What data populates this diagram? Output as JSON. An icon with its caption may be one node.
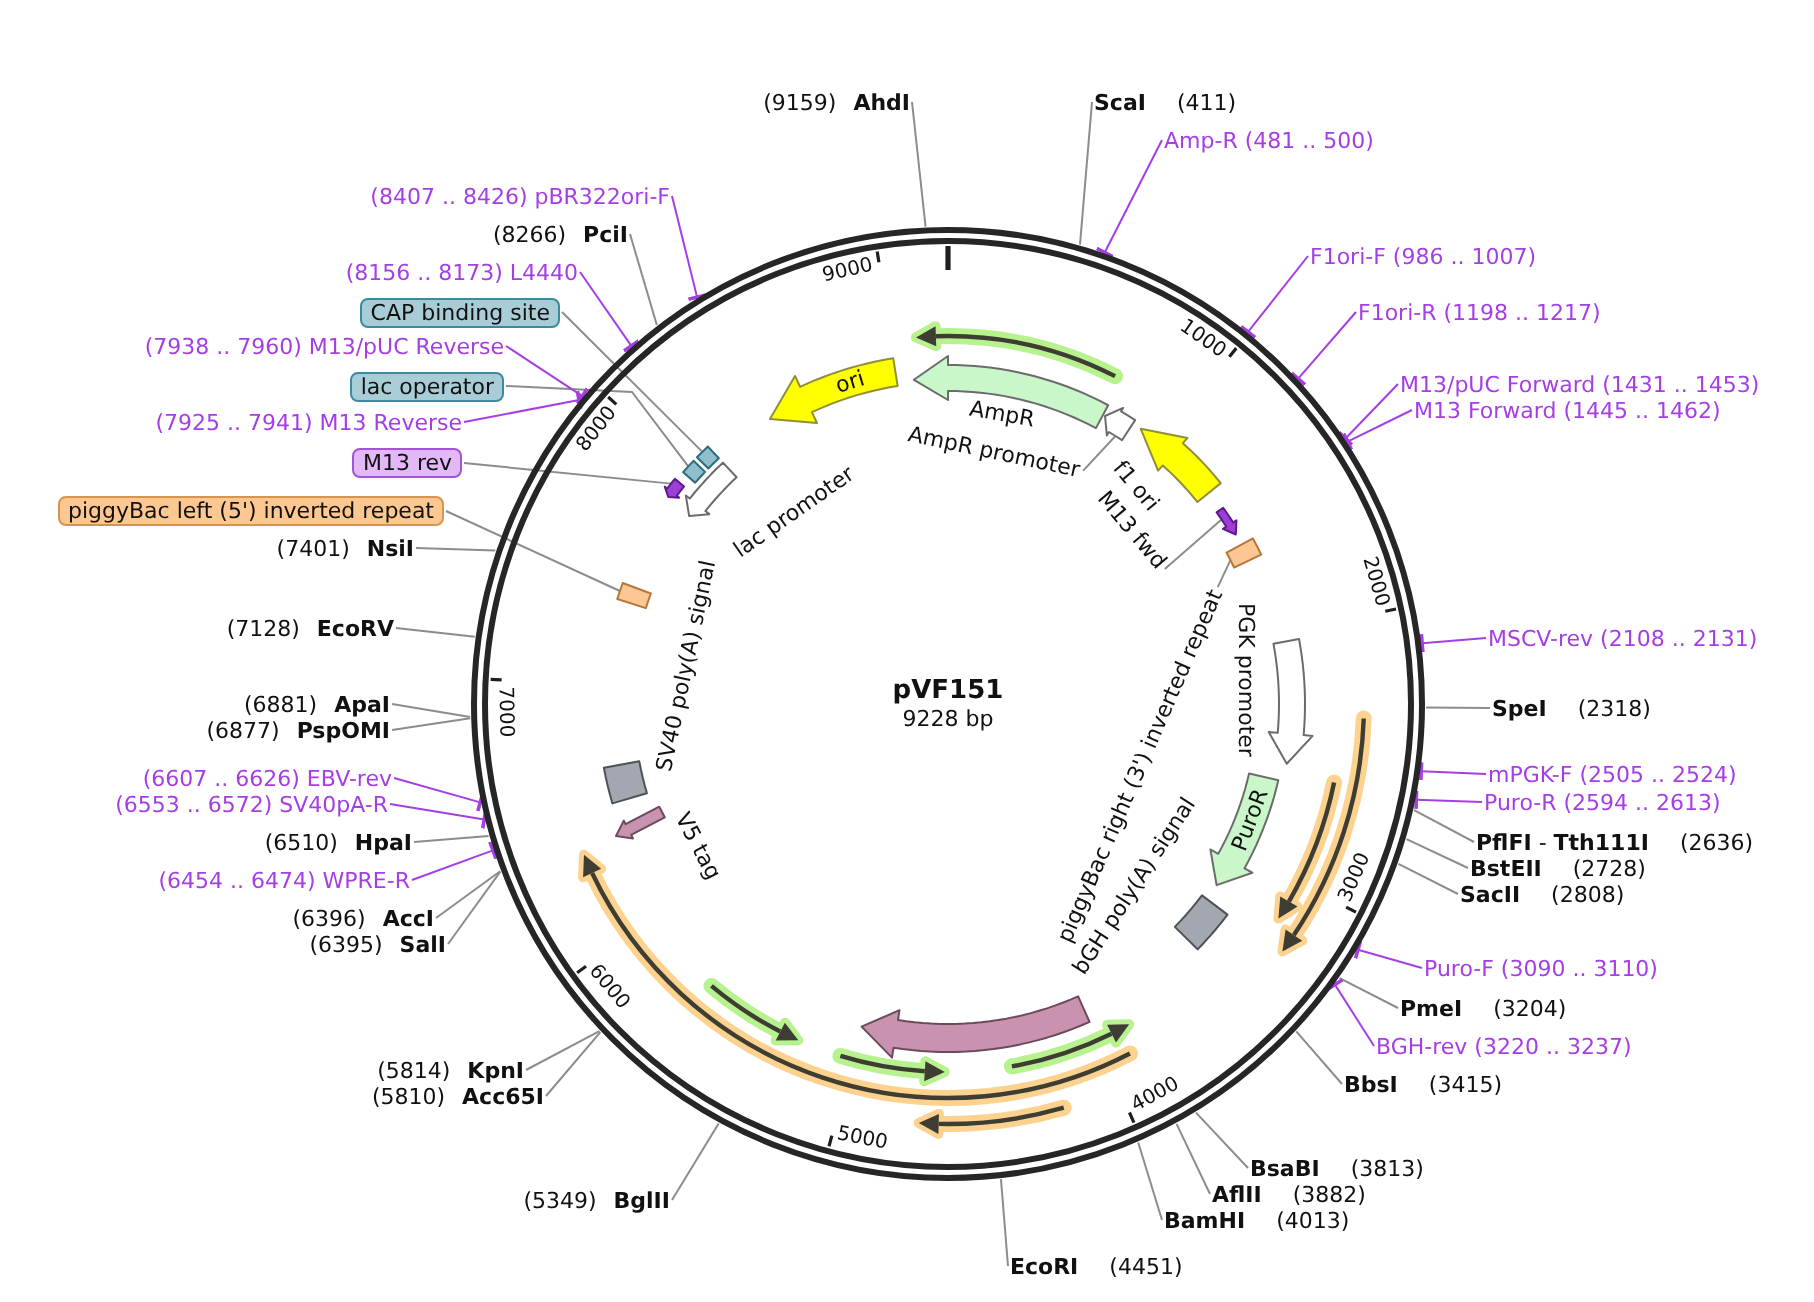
{
  "diagram": {
    "nodes": [
      {
        "text": [
          "pVF151",
          "9228 bp"
        ]
      },
      {
        "text": [
          "ori"
        ],
        "in": 0
      },
      {
        "text": [],
        "shape": "arrow",
        "in": 0,
        "beside": [
          "AmpR"
        ]
      },
      {
        "text": [],
        "shape": "arrow",
        "in": 0
      },
      {
        "text": [],
        "shape": "arrow",
        "in": 0,
        "beside": [
          "f1 ori"
        ]
      },
      {
        "text": [],
        "shape": "arrow",
        "in": 0
      },
      {
        "text": [],
        "shape": "box",
        "in": 0
      },
      {
        "text": [],
        "shape": "arrow",
        "in": 0,
        "beside": [
          "PGK promoter"
        ]
      },
      {
        "text": [
          "PuroR"
        ],
        "in": 0
      },
      {
        "text": [],
        "shape": "box",
        "in": 0,
        "beside": [
          "bGH poly(A) signal"
        ]
      },
      {
        "text": [],
        "shape": "arrow",
        "in": 0
      },
      {
        "text": [],
        "shape": "arrow",
        "in": 0,
        "beside": [
          "V5 tag"
        ]
      },
      {
        "text": [],
        "shape": "box",
        "in": 0,
        "beside": [
          "SV40 poly(A) signal"
        ]
      },
      {
        "text": [],
        "shape": "box",
        "in": 0
      },
      {
        "text": [],
        "shape": "arrow",
        "in": 0,
        "beside": [
          "lac promoter"
        ]
      },
      {
        "text": [],
        "shape": "box",
        "in": 0
      },
      {
        "text": [],
        "shape": "box",
        "in": 0
      },
      {
        "text": [],
        "shape": "arrow",
        "in": 0
      },
      {
        "text": [
          "AmpR promoter"
        ],
        "in": 0
      },
      {
        "text": [
          "M13 fwd"
        ],
        "in": 0
      },
      {
        "text": [
          "piggyBac right (3') inverted repeat"
        ],
        "in": 0
      },
      {
        "text": [
          "(9159) **AhdI**"
        ]
      },
      {
        "text": [
          "**ScaI** (411)"
        ]
      },
      {
        "text": [
          "Amp-R (481 .. 500)"
        ]
      },
      {
        "text": [
          "F1ori-F (986 .. 1007)"
        ]
      },
      {
        "text": [
          "F1ori-R (1198 .. 1217)"
        ]
      },
      {
        "text": [
          "M13/pUC Forward (1431 .. 1453)"
        ]
      },
      {
        "text": [
          "M13 Forward (1445 .. 1462)"
        ]
      },
      {
        "text": [
          "MSCV-rev (2108 .. 2131)"
        ]
      },
      {
        "text": [
          "**SpeI** (2318)"
        ]
      },
      {
        "text": [
          "mPGK-F (2505 .. 2524)"
        ]
      },
      {
        "text": [
          "Puro-R (2594 .. 2613)"
        ]
      },
      {
        "text": [
          "**PflFI** - **Tth111I** (2636)"
        ]
      },
      {
        "text": [
          "**BstEII** (2728)"
        ]
      },
      {
        "text": [
          "**SacII** (2808)"
        ]
      },
      {
        "text": [
          "Puro-F (3090 .. 3110)"
        ]
      },
      {
        "text": [
          "**PmeI** (3204)"
        ]
      },
      {
        "text": [
          "BGH-rev (3220 .. 3237)"
        ]
      },
      {
        "text": [
          "**BbsI** (3415)"
        ]
      },
      {
        "text": [
          "**BsaBI** (3813)"
        ]
      },
      {
        "text": [
          "**AflII** (3882)"
        ]
      },
      {
        "text": [
          "**BamHI** (4013)"
        ]
      },
      {
        "text": [
          "**EcoRI** (4451)"
        ]
      },
      {
        "text": [
          "(5349) **BglII**"
        ]
      },
      {
        "text": [
          "(5814) **KpnI**"
        ]
      },
      {
        "text": [
          "(5810) **Acc65I**"
        ]
      },
      {
        "text": [
          "(6396) **AccI**"
        ]
      },
      {
        "text": [
          "(6395) **SalI**"
        ]
      },
      {
        "text": [
          "(6454 .. 6474) WPRE-R"
        ]
      },
      {
        "text": [
          "(6510) **HpaI**"
        ]
      },
      {
        "text": [
          "(6553 .. 6572) SV40pA-R"
        ]
      },
      {
        "text": [
          "(6607 .. 6626) EBV-rev"
        ]
      },
      {
        "text": [
          "(6881) **ApaI**"
        ]
      },
      {
        "text": [
          "(6877) **PspOMI**"
        ]
      },
      {
        "text": [
          "(7128) **EcoRV**"
        ]
      },
      {
        "text": [
          "(7401) **NsiI**"
        ]
      },
      {
        "text": [
          "piggyBac left (5') inverted repeat"
        ]
      },
      {
        "text": [
          "M13 rev"
        ]
      },
      {
        "text": [
          "(7925 .. 7941) M13 Reverse"
        ]
      },
      {
        "text": [
          "lac operator"
        ]
      },
      {
        "text": [
          "(7938 .. 7960) M13/pUC Reverse"
        ]
      },
      {
        "text": [
          "CAP binding site"
        ]
      },
      {
        "text": [
          "(8156 .. 8173) L4440"
        ]
      },
      {
        "text": [
          "(8266) **PciI**"
        ]
      },
      {
        "text": [
          "(8407 .. 8426) pBR322ori-F"
        ]
      }
    ],
    "edges": [
      {
        "from": 21,
        "to": 0,
        "arrow": "none"
      },
      {
        "from": 22,
        "to": 0,
        "arrow": "none"
      },
      {
        "from": 23,
        "to": 0,
        "arrow": "other",
        "color": "#a63ee6"
      },
      {
        "from": 24,
        "to": 0,
        "arrow": "other",
        "color": "#a63ee6"
      },
      {
        "from": 25,
        "to": 0,
        "arrow": "other",
        "color": "#a63ee6"
      },
      {
        "from": 26,
        "to": 0,
        "arrow": "other",
        "color": "#a63ee6"
      },
      {
        "from": 27,
        "to": 0,
        "arrow": "other",
        "color": "#a63ee6"
      },
      {
        "from": 28,
        "to": 0,
        "arrow": "other",
        "color": "#a63ee6"
      },
      {
        "from": 29,
        "to": 0,
        "arrow": "none"
      },
      {
        "from": 30,
        "to": 0,
        "arrow": "other",
        "color": "#a63ee6"
      },
      {
        "from": 31,
        "to": 0,
        "arrow": "other",
        "color": "#a63ee6"
      },
      {
        "from": 32,
        "to": 0,
        "arrow": "none"
      },
      {
        "from": 33,
        "to": 0,
        "arrow": "none"
      },
      {
        "from": 34,
        "to": 0,
        "arrow": "none"
      },
      {
        "from": 35,
        "to": 0,
        "arrow": "other",
        "color": "#a63ee6"
      },
      {
        "from": 36,
        "to": 0,
        "arrow": "none"
      },
      {
        "from": 37,
        "to": 0,
        "arrow": "other",
        "color": "#a63ee6"
      },
      {
        "from": 38,
        "to": 0,
        "arrow": "none"
      },
      {
        "from": 39,
        "to": 0,
        "arrow": "none"
      },
      {
        "from": 40,
        "to": 0,
        "arrow": "none"
      },
      {
        "from": 41,
        "to": 0,
        "arrow": "none"
      },
      {
        "from": 42,
        "to": 0,
        "arrow": "none"
      },
      {
        "from": 43,
        "to": 0,
        "arrow": "none"
      },
      {
        "from": 44,
        "to": 0,
        "arrow": "none"
      },
      {
        "from": 45,
        "to": 0,
        "arrow": "none"
      },
      {
        "from": 46,
        "to": 0,
        "arrow": "none"
      },
      {
        "from": 47,
        "to": 0,
        "arrow": "none"
      },
      {
        "from": 48,
        "to": 0,
        "arrow": "other",
        "color": "#a63ee6"
      },
      {
        "from": 49,
        "to": 0,
        "arrow": "none"
      },
      {
        "from": 50,
        "to": 0,
        "arrow": "other",
        "color": "#a63ee6"
      },
      {
        "from": 51,
        "to": 0,
        "arrow": "other",
        "color": "#a63ee6"
      },
      {
        "from": 52,
        "to": 0,
        "arrow": "none"
      },
      {
        "from": 53,
        "to": 0,
        "arrow": "none"
      },
      {
        "from": 54,
        "to": 0,
        "arrow": "none"
      },
      {
        "from": 55,
        "to": 0,
        "arrow": "none"
      },
      {
        "from": 56,
        "to": 13,
        "arrow": "none"
      },
      {
        "from": 57,
        "to": 17,
        "arrow": "none"
      },
      {
        "from": 58,
        "to": 0,
        "arrow": "other",
        "color": "#a63ee6"
      },
      {
        "from": 59,
        "to": 16,
        "arrow": "none"
      },
      {
        "from": 60,
        "to": 0,
        "arrow": "other",
        "color": "#a63ee6"
      },
      {
        "from": 61,
        "to": 15,
        "arrow": "none"
      },
      {
        "from": 62,
        "to": 0,
        "arrow": "other",
        "color": "#a63ee6"
      },
      {
        "from": 63,
        "to": 0,
        "arrow": "none"
      },
      {
        "from": 64,
        "to": 0,
        "arrow": "other",
        "color": "#a63ee6"
      },
      {
        "from": 18,
        "to": 3,
        "arrow": "none"
      },
      {
        "from": 19,
        "to": 5,
        "arrow": "none"
      },
      {
        "from": 20,
        "to": 6,
        "arrow": "none"
      }
    ],
    "labels": [
      "1000",
      "2000",
      "3000",
      "4000",
      "5000",
      "6000",
      "7000",
      "8000",
      "9000"
    ]
  }
}
